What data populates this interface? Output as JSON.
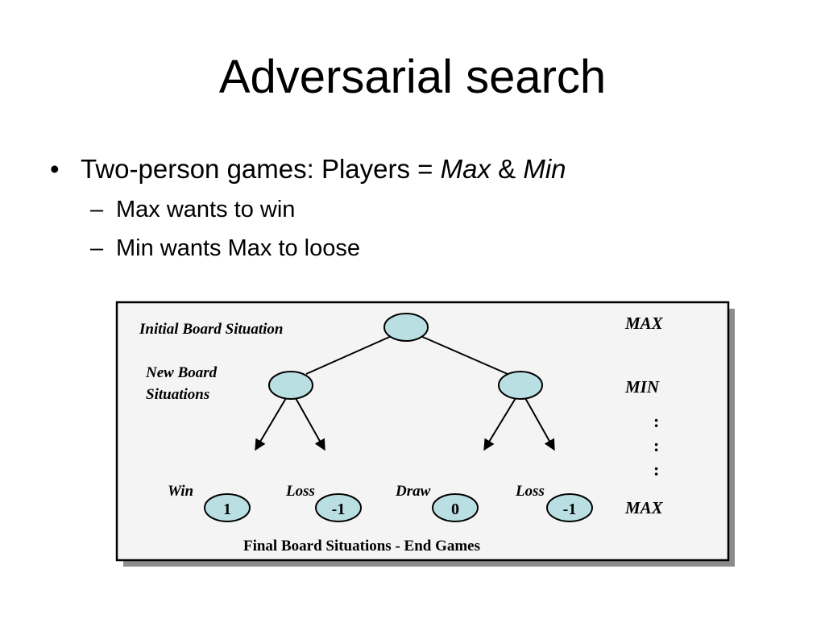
{
  "slide": {
    "title": "Adversarial search",
    "bullet": {
      "mark": "•",
      "text_prefix": "Two-person games: Players = ",
      "max": "Max",
      "amp": " & ",
      "min": "Min"
    },
    "subbullets": [
      {
        "mark": "–",
        "text": "Max wants to win"
      },
      {
        "mark": "–",
        "text": "Min wants Max to loose"
      }
    ]
  },
  "diagram": {
    "initial_label": "Initial Board Situation",
    "new_label_line1": "New Board",
    "new_label_line2": "Situations",
    "level_max_top": "MAX",
    "level_min": "MIN",
    "dots": [
      ":",
      ":",
      ":"
    ],
    "level_max_bottom": "MAX",
    "outcomes": [
      {
        "label": "Win",
        "value": "1"
      },
      {
        "label": "Loss",
        "value": "-1"
      },
      {
        "label": "Draw",
        "value": "0"
      },
      {
        "label": "Loss",
        "value": "-1"
      }
    ],
    "final_label": "Final Board Situations - End Games",
    "colors": {
      "node_fill": "#b9dfe3",
      "box_fill": "#f4f4f4",
      "shadow": "#8c8c8c",
      "stroke": "#000000"
    }
  }
}
